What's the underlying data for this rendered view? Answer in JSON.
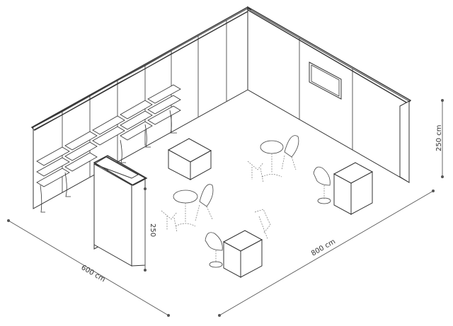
{
  "dimensions": {
    "depth_label": "600 cm",
    "width_label": "800 cm",
    "wall_height_label": "250 cm",
    "cabinet_height_label": "250"
  }
}
